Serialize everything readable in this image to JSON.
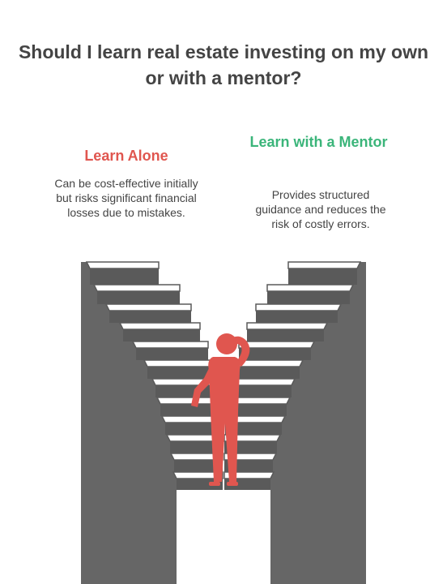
{
  "title": "Should I learn real estate investing on my own or with a mentor?",
  "options": [
    {
      "heading": "Learn Alone",
      "description": "Can be cost-effective initially but risks significant financial losses due to mistakes.",
      "color": "#e0564f"
    },
    {
      "heading": "Learn with a Mentor",
      "description": "Provides structured guidance and reduces the risk of costly errors.",
      "color": "#3bb57a"
    }
  ],
  "colors": {
    "title": "#444444",
    "stairs_top": "#ffffff",
    "stairs_side": "#5a5a5a",
    "stairs_wall": "#666666",
    "person": "#e0564f"
  },
  "illustration": {
    "left_staircase_icon": "stairs-icon",
    "right_staircase_icon": "stairs-icon",
    "person_icon": "confused-person-icon"
  }
}
